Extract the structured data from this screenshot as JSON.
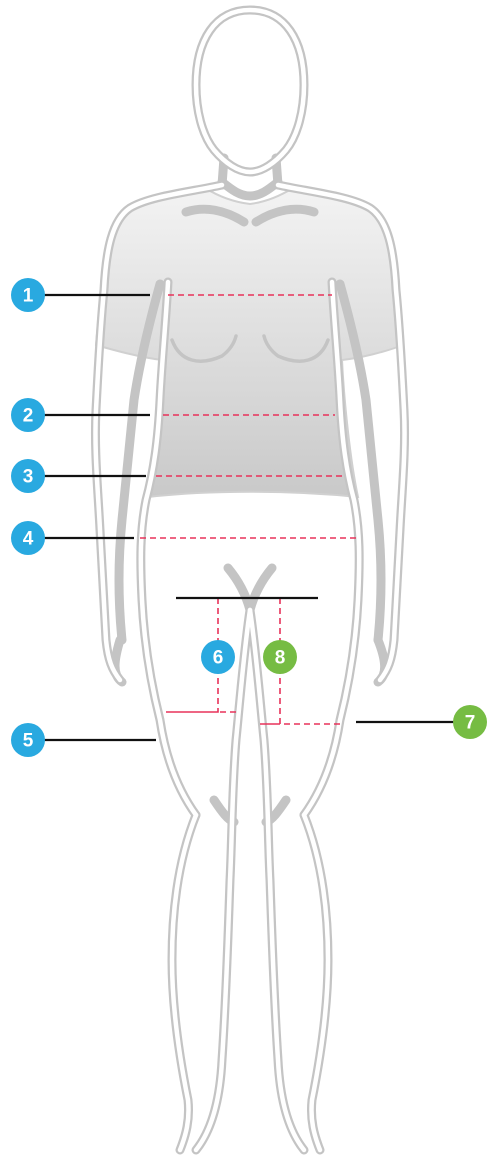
{
  "colors": {
    "blue_marker": "#29a9e0",
    "green_marker": "#76bc43",
    "measure_line": "#e8325a",
    "body_outline": "#c4c4c4",
    "shirt_fill": "#dcdcdc"
  },
  "markers": [
    {
      "id": "1",
      "label": "1",
      "color": "blue"
    },
    {
      "id": "2",
      "label": "2",
      "color": "blue"
    },
    {
      "id": "3",
      "label": "3",
      "color": "blue"
    },
    {
      "id": "4",
      "label": "4",
      "color": "blue"
    },
    {
      "id": "5",
      "label": "5",
      "color": "blue"
    },
    {
      "id": "6",
      "label": "6",
      "color": "blue"
    },
    {
      "id": "7",
      "label": "7",
      "color": "green"
    },
    {
      "id": "8",
      "label": "8",
      "color": "green"
    }
  ]
}
